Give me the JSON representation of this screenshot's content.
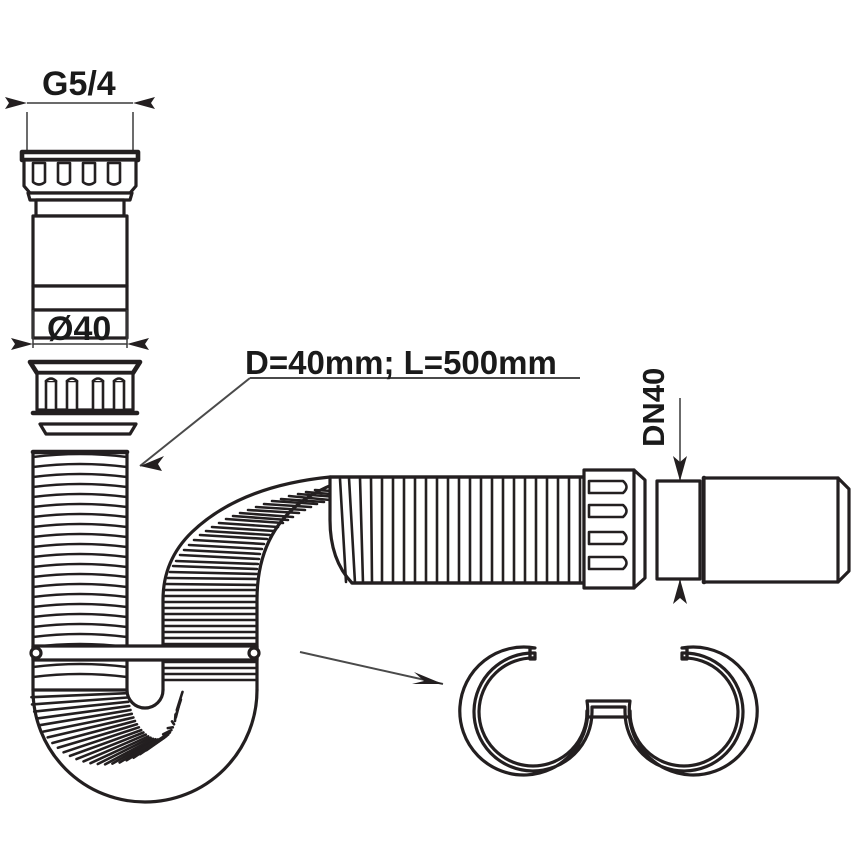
{
  "drawing": {
    "title": "Flexible waste trap technical drawing",
    "background_color": "#ffffff",
    "line_color": "#231f20",
    "text_color": "#1a1a1a"
  },
  "labels": {
    "thread_size": "G5/4",
    "diameter": "Ø40",
    "hose_spec": "D=40mm; L=500mm",
    "outlet_size": "DN40"
  },
  "annotations": [
    {
      "name": "thread-dimension",
      "text": "G5/4",
      "type": "horizontal-dimension"
    },
    {
      "name": "diameter-dimension",
      "text": "Ø40",
      "type": "horizontal-dimension"
    },
    {
      "name": "hose-spec-leader",
      "text": "D=40mm; L=500mm",
      "type": "leader-label"
    },
    {
      "name": "outlet-dimension",
      "text": "DN40",
      "type": "vertical-dimension"
    },
    {
      "name": "clip-leader",
      "text": "",
      "type": "leader-arrow"
    }
  ],
  "parts": [
    {
      "name": "compression-nut-top",
      "label": ""
    },
    {
      "name": "tailpiece-body",
      "label": ""
    },
    {
      "name": "compression-nut-loose",
      "label": ""
    },
    {
      "name": "corrugated-hose",
      "label": ""
    },
    {
      "name": "u-bend",
      "label": ""
    },
    {
      "name": "coupling-nut-outlet",
      "label": ""
    },
    {
      "name": "outlet-pipe",
      "label": ""
    },
    {
      "name": "double-clip-bracket",
      "label": ""
    }
  ]
}
